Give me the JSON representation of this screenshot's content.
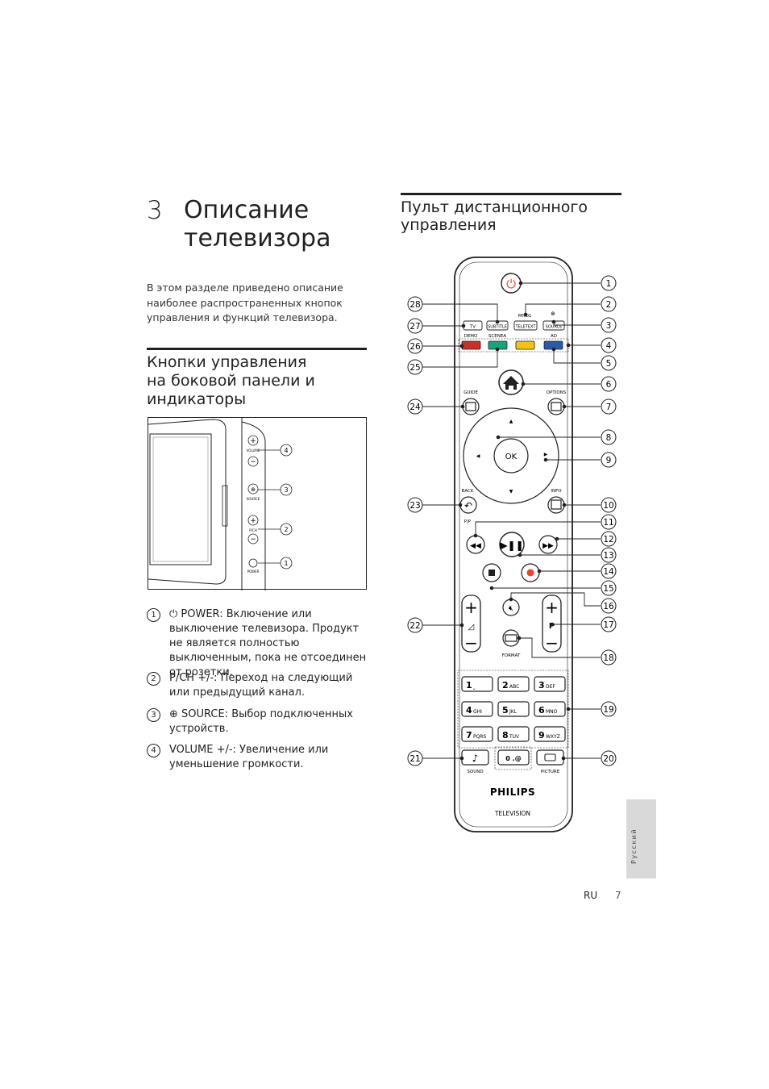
{
  "chapter": {
    "number": "3",
    "title_line1": "Описание",
    "title_line2": "телевизора"
  },
  "intro": "В этом разделе приведено описание наиболее распространенных кнопок управления и функций телевизора.",
  "side_section": {
    "title_line1": "Кнопки управления",
    "title_line2": "на боковой панели и",
    "title_line3": "индикаторы"
  },
  "side_panel_labels": {
    "volume": "VOLUME",
    "source": "SOURCE",
    "pch": "P/CH",
    "power": "POWER",
    "n1": "1",
    "n2": "2",
    "n3": "3",
    "n4": "4"
  },
  "side_items": [
    {
      "num": "1",
      "text": "⏻ POWER: Включение или выключение телевизора. Продукт не является полностью выключенным, пока не отсоединен от розетки."
    },
    {
      "num": "2",
      "text": "P/CH +/-: Переход на следующий или предыдущий канал."
    },
    {
      "num": "3",
      "text": "⊕ SOURCE: Выбор подключенных устройств."
    },
    {
      "num": "4",
      "text": "VOLUME +/-: Увеличение или уменьшение громкости."
    }
  ],
  "remote_section": {
    "title_line1": "Пульт дистанционного",
    "title_line2": "управления"
  },
  "remote": {
    "tv": "TV",
    "subtitle": "SUBTITLE",
    "mheg": "MHEG",
    "teletext": "TELETEXT",
    "source": "SOURCE",
    "demo": "DEMO",
    "scenea": "SCENEA",
    "ad": "AD",
    "guide": "GUIDE",
    "options": "OPTIONS",
    "ok": "OK",
    "back": "BACK",
    "pp": "P/P",
    "info": "INFO",
    "format": "FORMAT",
    "p": "P",
    "keys": [
      {
        "d": "1",
        "l": "⎵"
      },
      {
        "d": "2",
        "l": "ABC"
      },
      {
        "d": "3",
        "l": "DEF"
      },
      {
        "d": "4",
        "l": "GHI"
      },
      {
        "d": "5",
        "l": "JKL"
      },
      {
        "d": "6",
        "l": "MNO"
      },
      {
        "d": "7",
        "l": "PQRS"
      },
      {
        "d": "8",
        "l": "TUV"
      },
      {
        "d": "9",
        "l": "WXYZ"
      }
    ],
    "zero": "0 .@",
    "sound": "SOUND",
    "picture": "PICTURE",
    "brand": "PHILIPS",
    "television": "TELEVISION",
    "colors": {
      "red": "#c8312b",
      "green": "#1aa37a",
      "yellow": "#f2c318",
      "blue": "#2b5ba8",
      "power": "#e8452c",
      "record": "#e8452c"
    },
    "callouts_right": [
      "1",
      "2",
      "3",
      "4",
      "5",
      "6",
      "7",
      "8",
      "9",
      "10",
      "11",
      "12",
      "13",
      "14",
      "15",
      "16",
      "17",
      "18",
      "19",
      "20"
    ],
    "callouts_left": [
      "28",
      "27",
      "26",
      "25",
      "24",
      "23",
      "22",
      "21"
    ]
  },
  "language_tab": "Русский",
  "footer": {
    "lang": "RU",
    "page": "7"
  }
}
